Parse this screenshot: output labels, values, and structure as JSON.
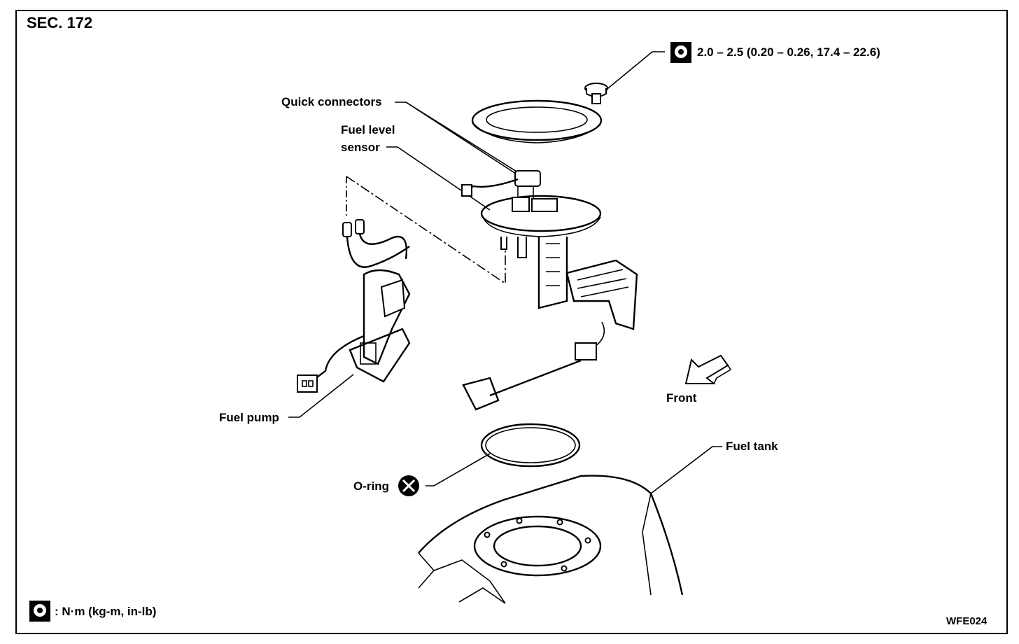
{
  "section": "SEC. 172",
  "torque_spec": "2.0 – 2.5 (0.20 – 0.26, 17.4 – 22.6)",
  "torque_legend": ": N·m (kg-m, in-lb)",
  "figure_code": "WFE024",
  "labels": {
    "quick_connectors": "Quick connectors",
    "fuel_level_sensor_1": "Fuel level",
    "fuel_level_sensor_2": "sensor",
    "fuel_pump": "Fuel pump",
    "front": "Front",
    "fuel_tank": "Fuel tank",
    "o_ring": "O-ring"
  },
  "icons": {
    "torque": "torque-wrench-icon",
    "discard": "do-not-reuse-icon",
    "front_arrow": "front-arrow-icon"
  }
}
